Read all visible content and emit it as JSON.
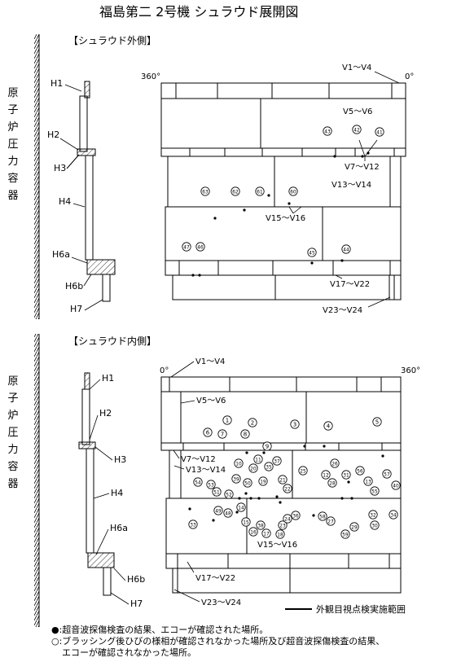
{
  "title": "福島第二 2号機 シュラウド展開図",
  "section_outer": "【シュラウド外側】",
  "section_inner": "【シュラウド内側】",
  "vessel_label": "原子炉圧力容器",
  "outer": {
    "welds": [
      "H1",
      "H2",
      "H3",
      "H4",
      "H6a",
      "H6b",
      "H7"
    ],
    "angle_left": "360°",
    "angle_right": "0°",
    "groups": [
      "V1～V4",
      "V5～V6",
      "V7～V12",
      "V13～V14",
      "V15～V16",
      "V17～V22",
      "V23～V24"
    ],
    "markers": [
      "43",
      "42",
      "41",
      "63",
      "62",
      "61",
      "60",
      "47",
      "46",
      "45",
      "44"
    ]
  },
  "inner": {
    "welds": [
      "H1",
      "H2",
      "H3",
      "H4",
      "H6a",
      "H6b",
      "H7"
    ],
    "angle_left": "0°",
    "angle_right": "360°",
    "groups": [
      "V1～V4",
      "V5～V6",
      "V7～V12",
      "V13～V14",
      "V15～V16",
      "V17～V22",
      "V23～V24"
    ],
    "markers": [
      "1",
      "2",
      "3",
      "4",
      "5",
      "6",
      "7",
      "8",
      "9",
      "10",
      "11",
      "12",
      "13",
      "14",
      "15",
      "16",
      "17",
      "18",
      "19",
      "20",
      "21",
      "22",
      "23",
      "24",
      "25",
      "26",
      "27",
      "28",
      "29",
      "30",
      "31",
      "32",
      "33",
      "34",
      "35",
      "36",
      "37",
      "38",
      "39",
      "40",
      "48",
      "49",
      "50",
      "51",
      "52",
      "53",
      "54",
      "55",
      "56",
      "57",
      "58",
      "59"
    ]
  },
  "legend": {
    "inspection_range": "外観目視点検実施範囲",
    "filled_note": "●:超音波探傷検査の結果、エコーが確認された場所。",
    "open_note_line1": "○:ブラッシング後ひびの様相が確認されなかった場所及び超音波探傷検査の結果、",
    "open_note_line2": "エコーが確認されなかった場所。"
  }
}
